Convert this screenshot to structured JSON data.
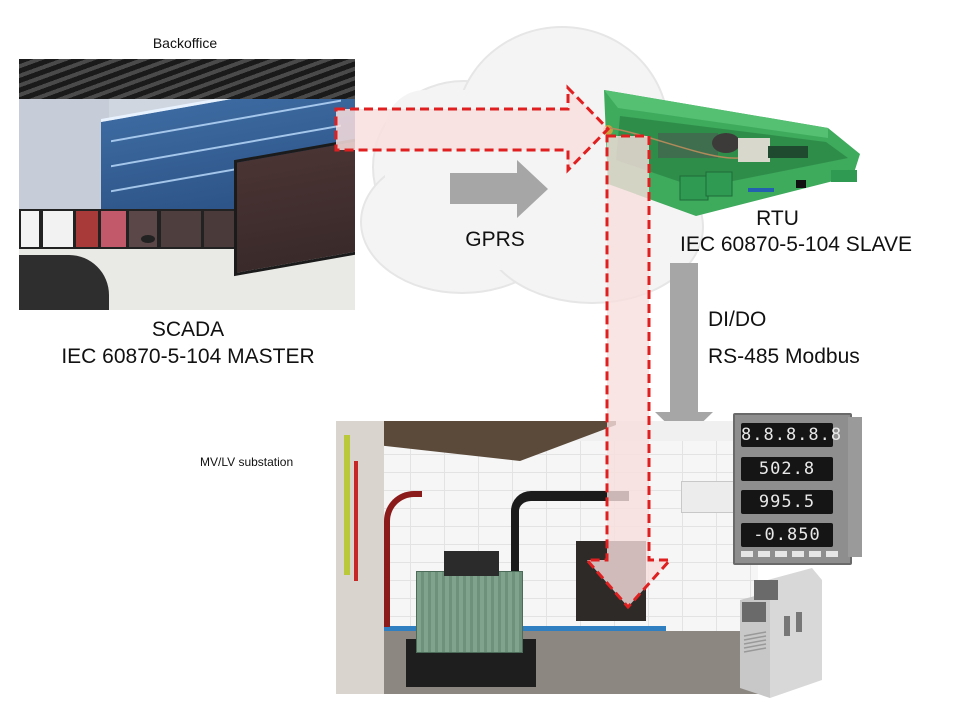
{
  "labels": {
    "backoffice": "Backoffice",
    "scada_line1": "SCADA",
    "scada_line2": "IEC 60870-5-104  MASTER",
    "gprs": "GPRS",
    "rtu_line1": "RTU",
    "rtu_line2": "IEC 60870-5-104  SLAVE",
    "dido": "DI/DO",
    "modbus": "RS-485 Modbus",
    "substation": "MV/LV substation"
  },
  "meter": {
    "rows": [
      "8.8.8.8.8",
      "502.8",
      "995.5",
      "-0.850"
    ]
  },
  "colors": {
    "dashed_arrow_stroke": "#e02020",
    "dashed_arrow_fill": "#f9dede",
    "gray_arrow": "#a6a6a6",
    "cloud_fill": "#f4f4f4",
    "rtu_green": "#3daa5c"
  }
}
